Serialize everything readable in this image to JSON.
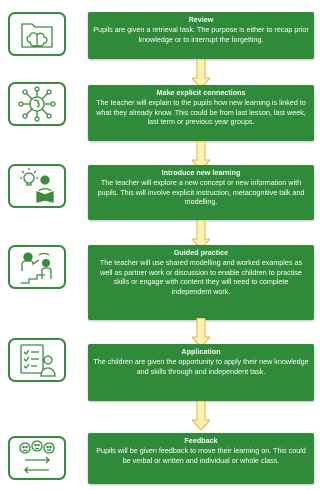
{
  "colors": {
    "step_fill": "#2f8a3a",
    "icon_stroke": "#3c8a3f",
    "arrow_fill": "#fff0b3",
    "arrow_stroke": "#e0b43c"
  },
  "steps": [
    {
      "title": "Review",
      "text": "Pupils are given a retrieval task. The purpose is either to recap prior knowledge or to interrupt the forgetting.",
      "icon": "brain-folder-icon"
    },
    {
      "title": "Make explicit connections",
      "text": "The teacher will explain to the pupils how new learning is linked to what they already know. This could be from last lesson, last week, last term or previous year groups.",
      "icon": "network-brain-icon"
    },
    {
      "title": "Introduce new learning",
      "text": "The teacher will explore a new concept or new information with pupils. This will involve explicit instruction, metacognitive talk and modelling.",
      "icon": "lightbulb-reader-icon"
    },
    {
      "title": "Guided practice",
      "text": "The teacher will use shared modelling and worked examples as well as partner work or discussion to enable children to practise skills or engage with content they will need to complete independent work.",
      "icon": "coaching-icon"
    },
    {
      "title": "Application",
      "text": "The children are given the opportunity to apply their new knowledge and skills through and independent task.",
      "icon": "checklist-person-icon"
    },
    {
      "title": "Feedback",
      "text": "Pupils will be given feedback to move their learning on. This could be verbal or written and individual or whole class.",
      "icon": "feedback-cycle-icon"
    }
  ]
}
